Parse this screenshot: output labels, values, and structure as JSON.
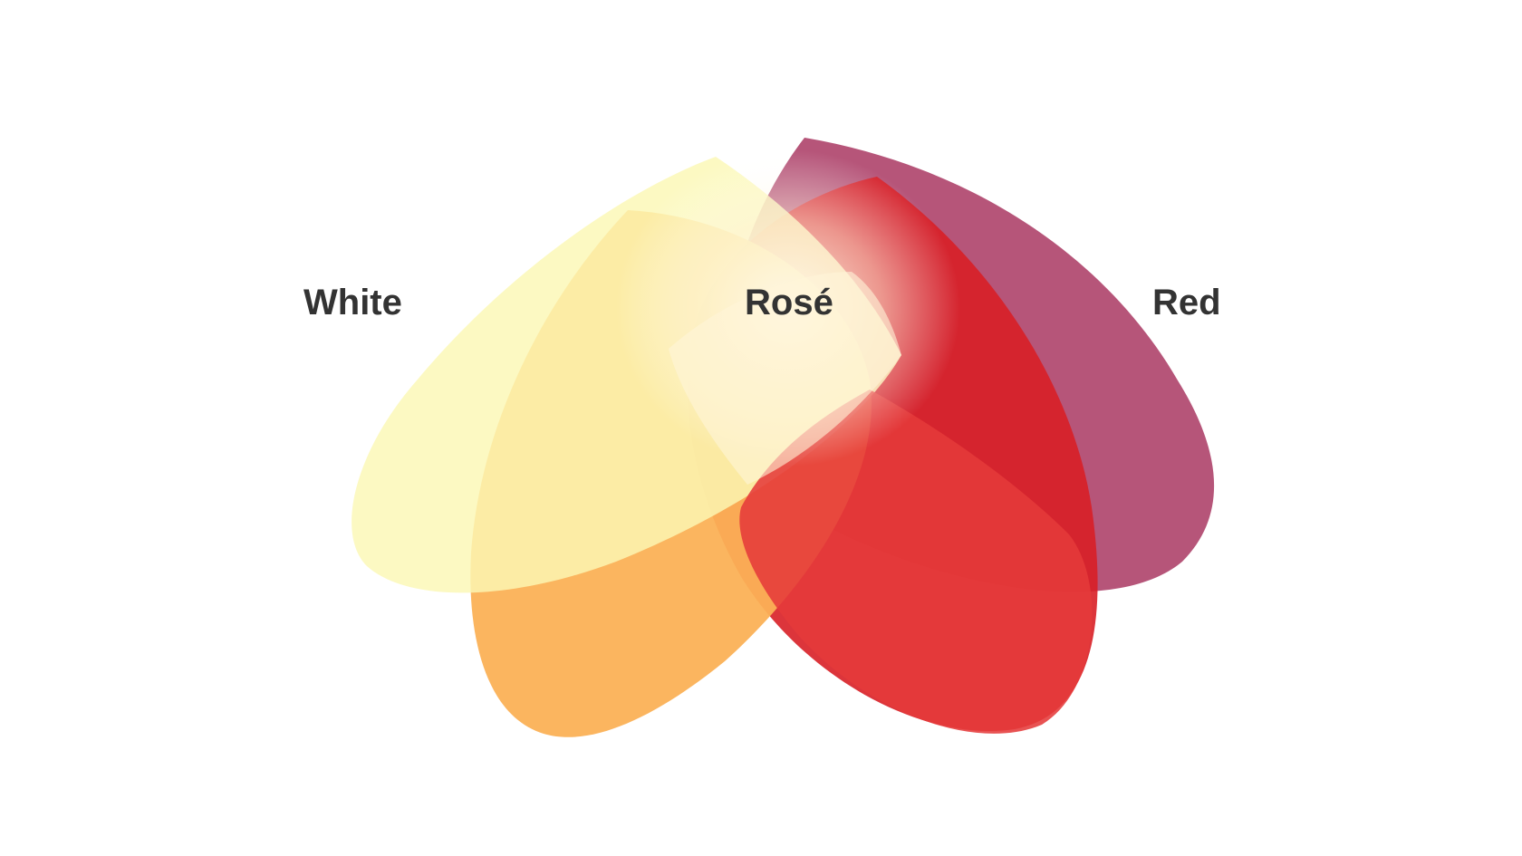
{
  "labels": {
    "white": "White",
    "rose": "Rosé",
    "red": "Red"
  },
  "colors": {
    "white_petal": "#fbf8b4",
    "white_inner_petal": "#fdf0a0",
    "orange_petal": "#fbb156",
    "red_petal": "#e53a3a",
    "bright_red_petal": "#d81f26",
    "plum_petal": "#b0476e",
    "rose_glow": "#fff8e8",
    "label_text": "#333333"
  }
}
